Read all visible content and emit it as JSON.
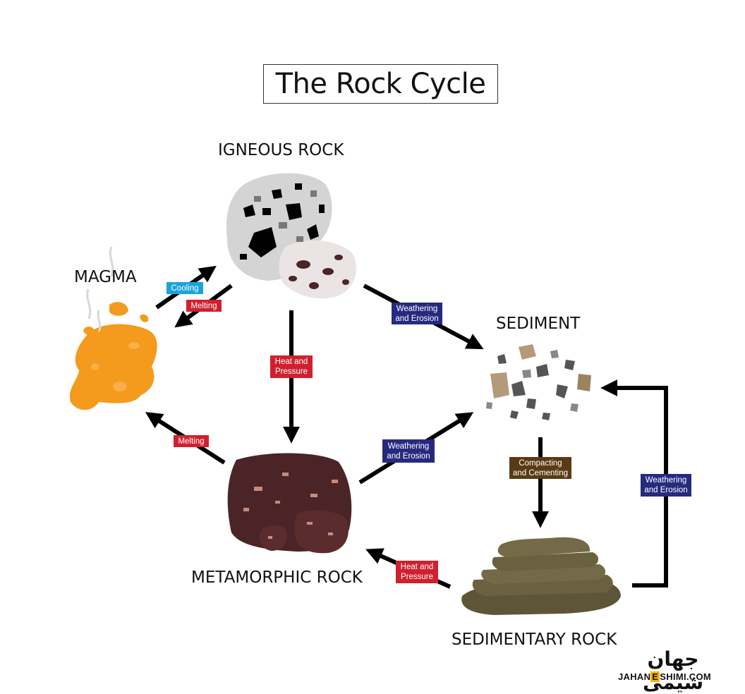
{
  "title": "The Rock Cycle",
  "stages": {
    "igneous": "IGNEOUS ROCK",
    "magma": "MAGMA",
    "sediment": "SEDIMENT",
    "metamorphic": "METAMORPHIC ROCK",
    "sedimentary": "SEDIMENTARY ROCK"
  },
  "processes": {
    "cooling": "Cooling",
    "melting_top": "Melting",
    "heat_pressure_center": "Heat and\nPressure",
    "weathering_igneous": "Weathering\nand Erosion",
    "melting_left": "Melting",
    "weathering_meta": "Weathering\nand Erosion",
    "compacting": "Compacting\nand Cementing",
    "weathering_right": "Weathering\nand Erosion",
    "heat_pressure_bottom": "Heat and\nPressure"
  },
  "colors": {
    "cooling": "#1aa3dc",
    "melting": "#d0202e",
    "weathering": "#262a7e",
    "compacting": "#5a3a14",
    "magma": "#f49a1c",
    "metamorphic": "#4a2426",
    "sedimentary": "#6b6040",
    "logo_accent": "#f4b400"
  },
  "logo": {
    "arabic_text": "جهان شیمی",
    "url_left": "JAHAN",
    "url_mid": "E",
    "url_right": "SHIMI.COM"
  }
}
